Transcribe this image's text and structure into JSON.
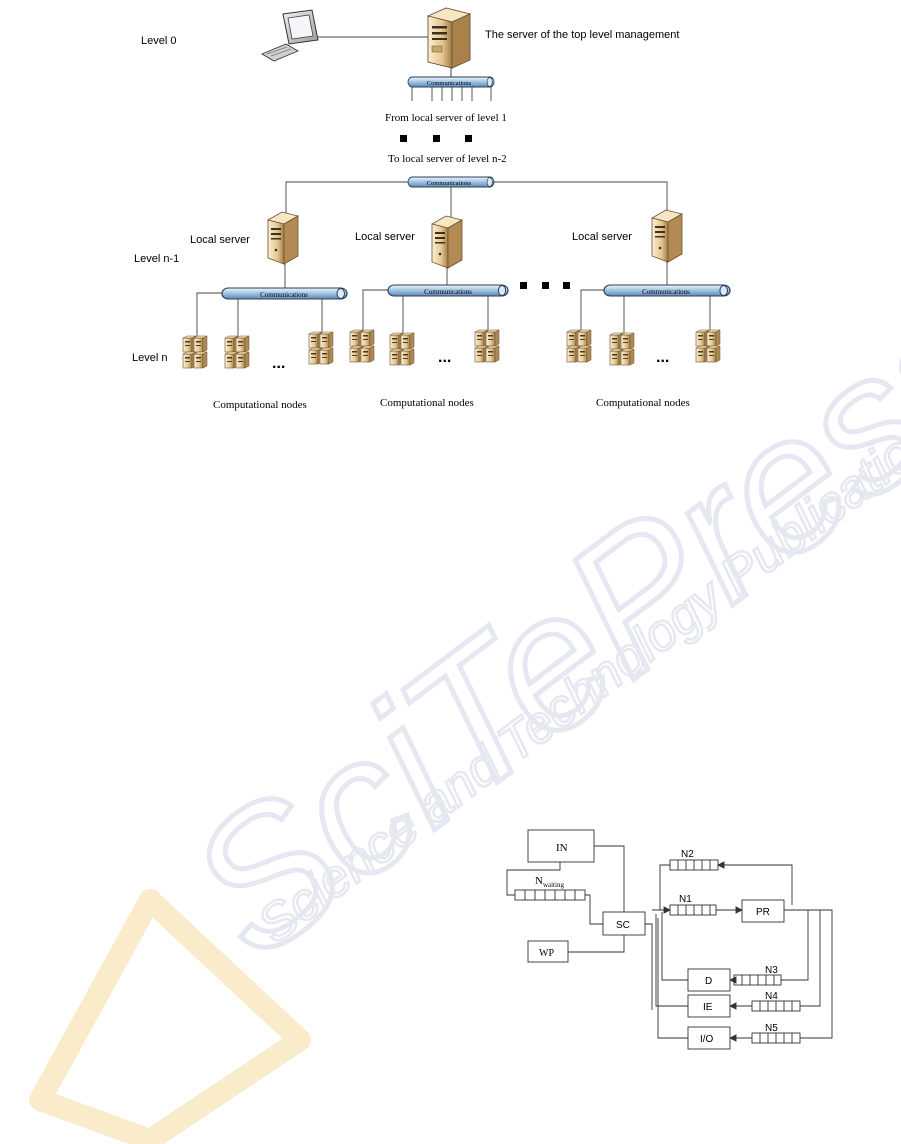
{
  "watermark": {
    "brand": "SciTePress",
    "tagline": "Science and Technology Publications"
  },
  "hierarchy": {
    "level_0": "Level 0",
    "level_n_minus_1": "Level n-1",
    "level_n": "Level n",
    "top_server_label": "The server of the top level management",
    "comm_label": "Communications",
    "from_local": "From local server of level  1",
    "to_local": "To local server of level n-2",
    "local_server": "Local server",
    "ellipsis": "...",
    "computational_nodes": "Computational nodes"
  },
  "queue_model": {
    "in_label": "IN",
    "sc_label": "SC",
    "wp_label": "WP",
    "pr_label": "PR",
    "d_label": "D",
    "ie_label": "IE",
    "io_label": "I/O",
    "n_waiting_main": "N",
    "n_waiting_sub": "waiting",
    "n1": "N1",
    "n2": "N2",
    "n3": "N3",
    "n4": "N4",
    "n5": "N5"
  },
  "colors": {
    "pipe_fill": "#b8d4ec",
    "pipe_edge": "#2a3f5a",
    "server_body": "#e8cf9a",
    "watermark_blue": "#cfd6e6",
    "watermark_orange": "#f6dca0"
  }
}
